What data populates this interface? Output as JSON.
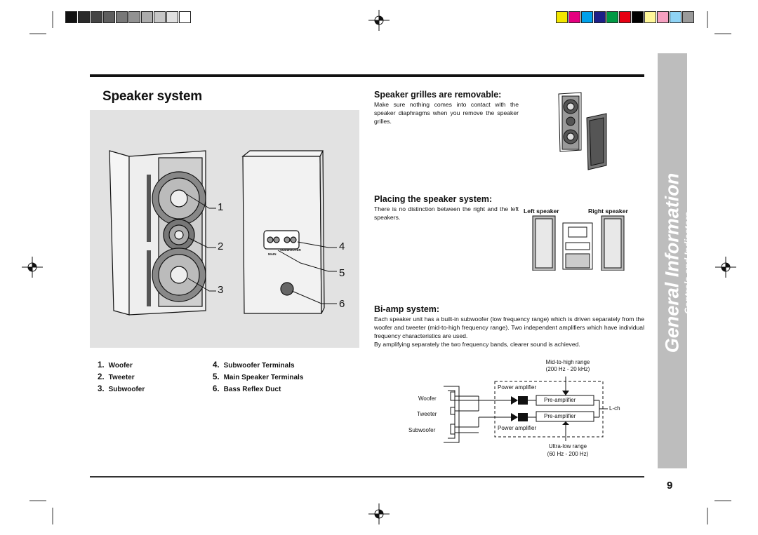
{
  "page": {
    "title": "Speaker system",
    "page_number": "9",
    "sidebar_title": "General Information",
    "sidebar_subtitle": "– Controls and Indicators –"
  },
  "grilles": {
    "heading": "Speaker grilles are removable:",
    "text": "Make sure nothing comes into contact with the speaker diaphragms when you remove the speaker grilles."
  },
  "placing": {
    "heading": "Placing the speaker system:",
    "text": "There is no distinction between the right and the left speakers.",
    "left_label": "Left speaker",
    "right_label": "Right speaker"
  },
  "biamp": {
    "heading": "Bi-amp system:",
    "text1": "Each speaker unit has a built-in subwoofer (low frequency range) which is driven separately from the woofer and tweeter (mid-to-high frequency range). Two independent amplifiers which have individual frequency characteristics are used.",
    "text2": "By amplifying separately the two frequency bands, clearer sound is achieved."
  },
  "parts": [
    {
      "num": "1.",
      "label": "Woofer"
    },
    {
      "num": "2.",
      "label": "Tweeter"
    },
    {
      "num": "3.",
      "label": "Subwoofer"
    },
    {
      "num": "4.",
      "label": "Subwoofer Terminals"
    },
    {
      "num": "5.",
      "label": "Main Speaker Terminals"
    },
    {
      "num": "6.",
      "label": "Bass Reflex Duct"
    }
  ],
  "callouts": [
    "1",
    "2",
    "3",
    "4",
    "5",
    "6"
  ],
  "terminal_labels": {
    "main": "MAIN",
    "subwoofer": "SUBWOOFER"
  },
  "diagram": {
    "mid_high_range": "Mid-to-high range",
    "mid_high_freq": "(200 Hz - 20 kHz)",
    "power_amp_top": "Power amplifier",
    "pre_amp_1": "Pre-amplifier",
    "pre_amp_2": "Pre-amplifier",
    "power_amp_bottom": "Power amplifier",
    "lch": "L-ch",
    "woofer": "Woofer",
    "tweeter": "Tweeter",
    "subwoofer": "Subwoofer",
    "ultra_low_range": "Ultra-low range",
    "ultra_low_freq": "(60 Hz - 200 Hz)"
  },
  "colors": {
    "sidebar": "#bdbdbd",
    "figure_bg": "#e2e2e2",
    "gray_bar": [
      "#111111",
      "#2a2a2a",
      "#444444",
      "#5e5e5e",
      "#787878",
      "#929292",
      "#acacac",
      "#c6c6c6",
      "#e0e0e0",
      "#ffffff"
    ],
    "color_bar": [
      "#f2e600",
      "#e4007f",
      "#00a0e9",
      "#1d2088",
      "#009944",
      "#e60012",
      "#000000",
      "#fff799",
      "#f5a0c0",
      "#8fd3f5",
      "#9a9a9a"
    ]
  }
}
